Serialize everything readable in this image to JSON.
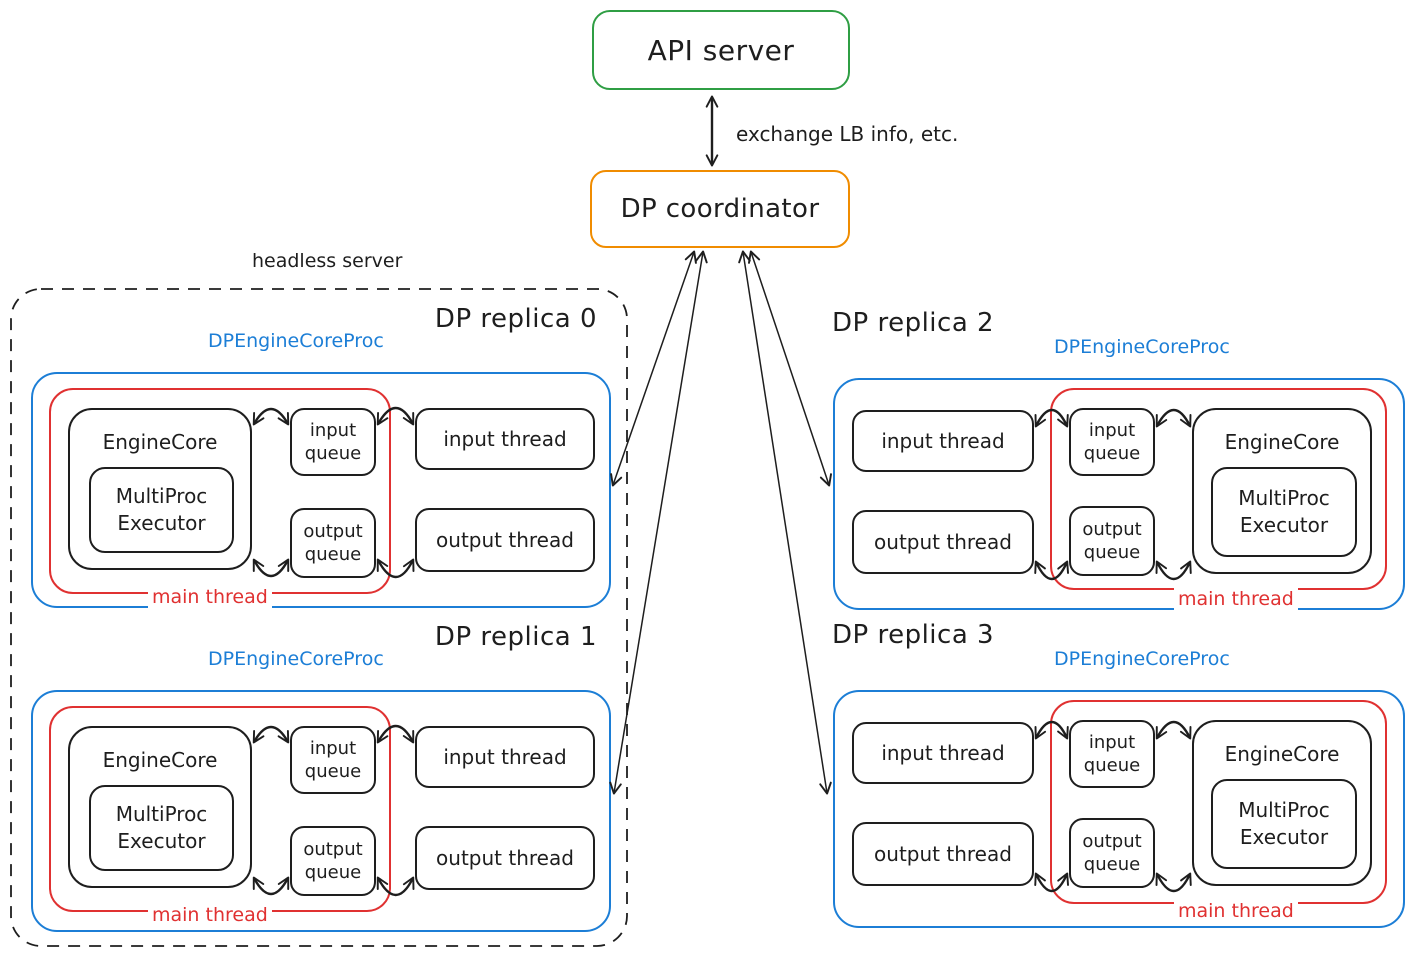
{
  "colors": {
    "green": "#2f9e44",
    "orange": "#f08c00",
    "blue": "#1c7ed6",
    "red": "#e03131",
    "ink": "#1e1e1e",
    "background": "#ffffff"
  },
  "api_server": {
    "label": "API server"
  },
  "coordinator": {
    "label": "DP coordinator"
  },
  "link_label": "exchange LB info, etc.",
  "headless": {
    "label": "headless server"
  },
  "replicas": [
    {
      "title": "DP replica 0",
      "proc": "DPEngineCoreProc",
      "engine": "EngineCore",
      "executor": "MultiProc\nExecutor",
      "input_queue": "input\nqueue",
      "output_queue": "output\nqueue",
      "input_thread": "input thread",
      "output_thread": "output thread",
      "main_thread": "main thread"
    },
    {
      "title": "DP replica 1",
      "proc": "DPEngineCoreProc",
      "engine": "EngineCore",
      "executor": "MultiProc\nExecutor",
      "input_queue": "input\nqueue",
      "output_queue": "output\nqueue",
      "input_thread": "input thread",
      "output_thread": "output thread",
      "main_thread": "main thread"
    },
    {
      "title": "DP replica 2",
      "proc": "DPEngineCoreProc",
      "engine": "EngineCore",
      "executor": "MultiProc\nExecutor",
      "input_queue": "input\nqueue",
      "output_queue": "output\nqueue",
      "input_thread": "input thread",
      "output_thread": "output thread",
      "main_thread": "main thread"
    },
    {
      "title": "DP replica 3",
      "proc": "DPEngineCoreProc",
      "engine": "EngineCore",
      "executor": "MultiProc\nExecutor",
      "input_queue": "input\nqueue",
      "output_queue": "output\nqueue",
      "input_thread": "input thread",
      "output_thread": "output thread",
      "main_thread": "main thread"
    }
  ]
}
